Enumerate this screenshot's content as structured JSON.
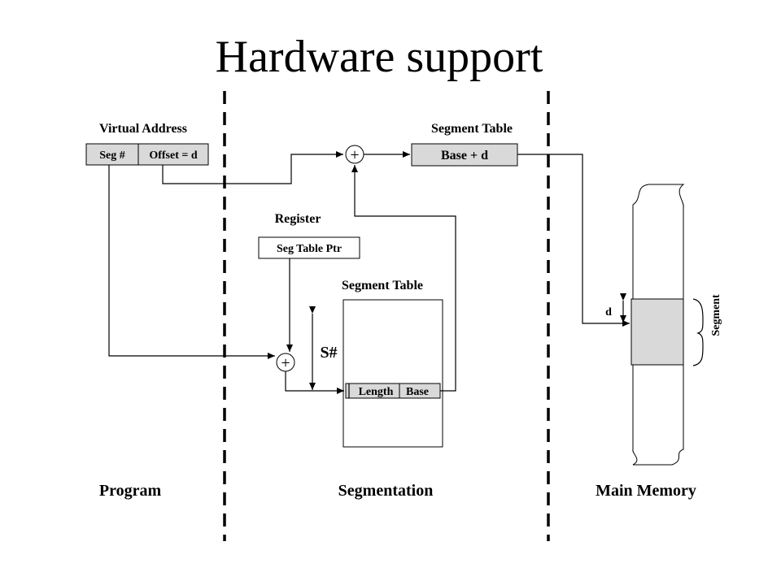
{
  "title": "Hardware support",
  "virtual_address": {
    "label": "Virtual Address",
    "seg_field": "Seg #",
    "offset_field": "Offset = d"
  },
  "segment_table_top": {
    "label": "Segment Table",
    "entry": "Base + d"
  },
  "register": {
    "label": "Register",
    "value": "Seg Table Ptr"
  },
  "segment_table_mid": {
    "label": "Segment Table",
    "length_field": "Length",
    "base_field": "Base"
  },
  "adder_symbol": "+",
  "s_hash_label": "S#",
  "memory": {
    "d_label": "d",
    "segment_label": "Segment"
  },
  "sections": {
    "program": "Program",
    "segmentation": "Segmentation",
    "main_memory": "Main Memory"
  }
}
